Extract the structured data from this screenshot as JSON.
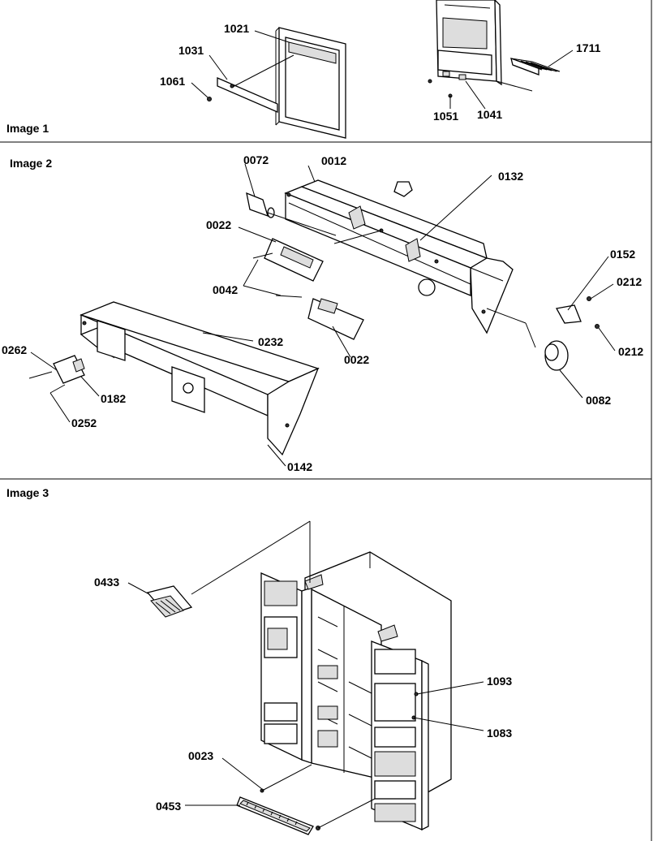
{
  "sections": [
    {
      "title": "Image 1"
    },
    {
      "title": "Image 2"
    },
    {
      "title": "Image 3"
    }
  ],
  "callouts": {
    "c1021": "1021",
    "c1031": "1031",
    "c1061": "1061",
    "c1711": "1711",
    "c1051": "1051",
    "c1041": "1041",
    "c0072": "0072",
    "c0012": "0012",
    "c0132": "0132",
    "c0022a": "0022",
    "c0042": "0042",
    "c0022b": "0022",
    "c0152": "0152",
    "c0212a": "0212",
    "c0212b": "0212",
    "c0082": "0082",
    "c0232": "0232",
    "c0262": "0262",
    "c0182": "0182",
    "c0252": "0252",
    "c0142": "0142",
    "c0433": "0433",
    "c1093": "1093",
    "c1083": "1083",
    "c0023": "0023",
    "c0453": "0453"
  }
}
